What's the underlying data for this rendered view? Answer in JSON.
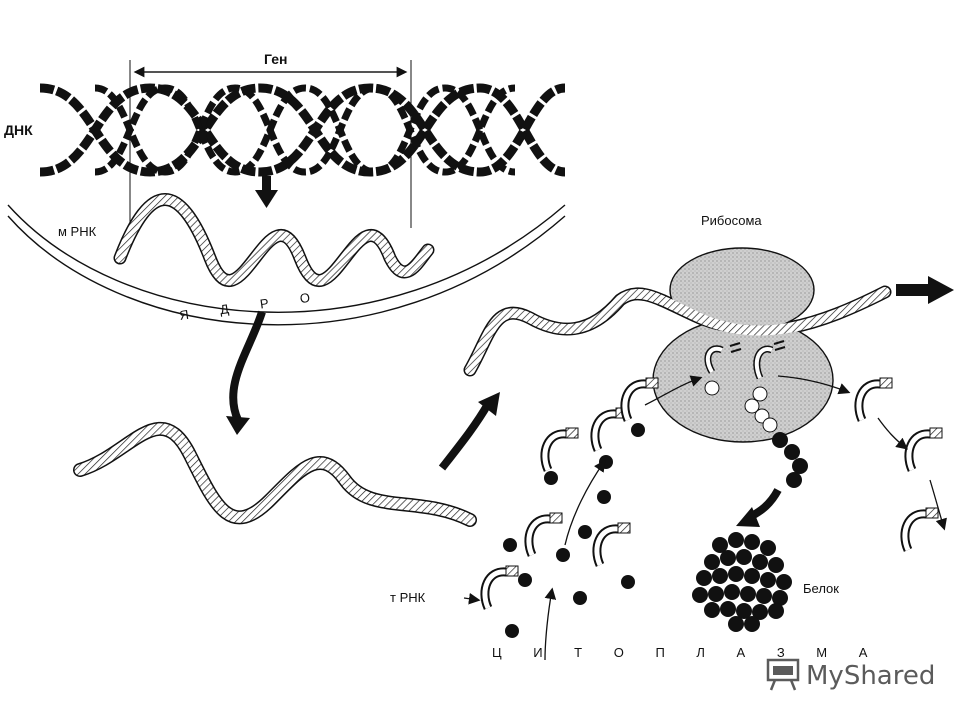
{
  "labels": {
    "gene": "Ген",
    "dna": "ДНК",
    "mrna": "м РНК",
    "nucleus": "Я Д Р О",
    "ribosome": "Рибосома",
    "protein": "Белок",
    "trna": "т РНК",
    "cytoplasm": "Ц И Т О П Л А З М А"
  },
  "watermark": {
    "text": "MyShared",
    "icon": "presentation-board-icon"
  },
  "colors": {
    "ink": "#111111",
    "ribosome": "#cfcfcf",
    "watermark": "#5b5b5b"
  }
}
